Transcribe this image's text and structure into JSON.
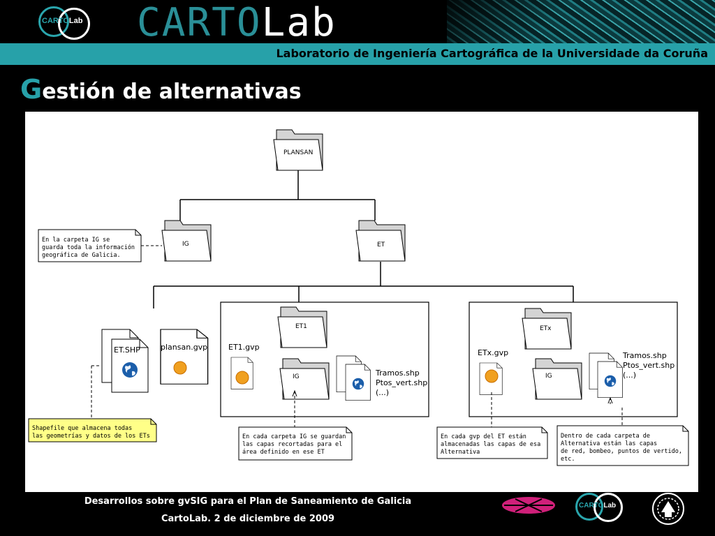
{
  "header": {
    "logo_text_a": "CARTO",
    "logo_text_b": "Lab",
    "brand_a": "CARTO",
    "brand_b": "Lab",
    "subtitle": "Laboratorio de Ingeniería Cartográfica de la Universidade da Coruña"
  },
  "slide": {
    "title_initial": "G",
    "title_rest": "estión de alternativas"
  },
  "diagram": {
    "folders": {
      "plansan": "PLANSAN",
      "ig_top": "IG",
      "et": "ET",
      "et1": "ET1",
      "ig_et1": "IG",
      "etx": "ETx",
      "ig_etx": "IG"
    },
    "files": {
      "et_shp": "ET.SHP",
      "plansan_gvp": "plansan.gvp",
      "et1_gvp": "ET1.gvp",
      "etx_gvp": "ETx.gvp",
      "tramos_et1": [
        "Tramos.shp",
        "Ptos_vert.shp",
        "(...)"
      ],
      "tramos_etx": [
        "Tramos.shp",
        "Ptos_vert.shp",
        "(...)"
      ]
    },
    "icons": {
      "sig": "SIG"
    },
    "notes": {
      "ig_note": [
        "En la carpeta IG se",
        "guarda toda la información",
        "geográfica de Galicia."
      ],
      "shapefile_note": [
        "Shapefile que almacena todas",
        "las geometrías y datos de los ETs"
      ],
      "ig_et_note": [
        "En cada carpeta IG se guardan",
        "las capas recortadas para el",
        "área definido en ese ET"
      ],
      "gvp_note": [
        "En cada gvp del ET están",
        "almacenadas las capas de esa",
        "Alternativa"
      ],
      "alt_note": [
        "Dentro de cada carpeta de",
        "Alternativa están las capas",
        "de red, bombeo, puntos de vertido,",
        "etc."
      ]
    },
    "colors": {
      "shapefile_note_bg": "#ffff88",
      "note_bg": "#ffffff",
      "folder_fill": "#ffffff",
      "folder_tab": "#d4d4d4",
      "globe": "#1b5eaa",
      "sig_badge": "#f0a020"
    }
  },
  "footer": {
    "line1": "Desarrollos sobre gvSIG para el Plan de Saneamiento de Galicia",
    "line2": "CartoLab. 2 de diciembre de 2009",
    "logo_text_a": "CARTO",
    "logo_text_b": "Lab"
  }
}
